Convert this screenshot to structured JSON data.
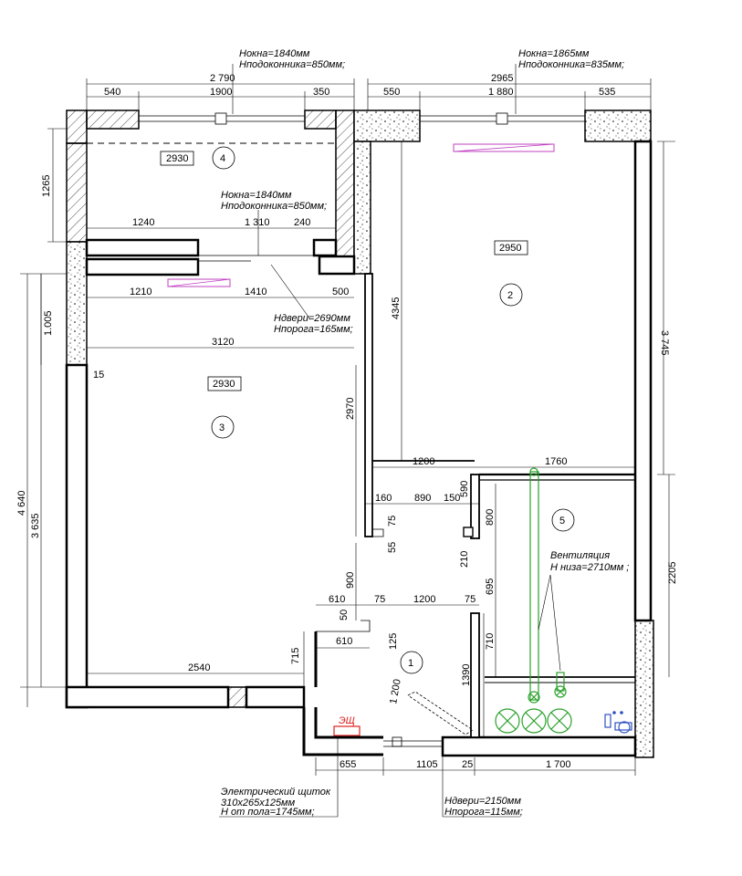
{
  "top_left_window": {
    "h_window": "Hокна=1840мм",
    "h_sill": "Hподоконника=850мм;",
    "dims": [
      "2 790",
      "540",
      "1900",
      "350"
    ]
  },
  "top_right_window": {
    "h_window": "Hокна=1865мм",
    "h_sill": "Hподоконника=835мм;",
    "dims": [
      "2965",
      "550",
      "1 880",
      "535"
    ]
  },
  "inner_window": {
    "h_window": "Hокна=1840мм",
    "h_sill": "Hподоконника=850мм;",
    "dims": [
      "1240",
      "1 310",
      "240"
    ]
  },
  "inner_door": {
    "h_door": "Hдвери=2690мм",
    "h_threshold": "Hпорога=165мм;",
    "dims": [
      "1210",
      "1410",
      "500"
    ]
  },
  "rooms": [
    {
      "number": "4",
      "height": "2930"
    },
    {
      "number": "2",
      "height": "2950"
    },
    {
      "number": "3",
      "height": "2930"
    },
    {
      "number": "5",
      "height": ""
    },
    {
      "number": "1",
      "height": ""
    }
  ],
  "dimensions": {
    "left_1265": "1265",
    "left_1005": "1.005",
    "left_4640": "4 640",
    "left_3635": "3 635",
    "d_15": "15",
    "d_3120": "3120",
    "d_4345": "4345",
    "d_3745": "3 745",
    "d_2970": "2970",
    "d_1200a": "1200",
    "d_1760": "1760",
    "d_160": "160",
    "d_890": "890",
    "d_150": "150",
    "d_590": "590",
    "d_75a": "75",
    "d_55": "55",
    "d_800": "800",
    "d_210": "210",
    "d_695": "695",
    "d_2205": "2205",
    "d_900": "900",
    "d_610a": "610",
    "d_75b": "75",
    "d_1200b": "1200",
    "d_75c": "75",
    "d_50": "50",
    "d_610b": "610",
    "d_125": "125",
    "d_710": "710",
    "d_715": "715",
    "d_1390": "1390",
    "d_2540": "2540",
    "d_1200c": "1 200",
    "d_655": "655",
    "d_1105": "1105",
    "d_25": "25",
    "d_1700": "1 700"
  },
  "ventilation": {
    "label": "Вентиляция",
    "height": "H низа=2710мм ;"
  },
  "panel": {
    "tag": "ЭЩ",
    "title": "Электрический щиток",
    "size": "310x265x125мм",
    "height": "H от пола=1745мм;"
  },
  "entrance_door": {
    "h_door": "Hдвери=2150мм",
    "h_threshold": "Hпорога=115мм;"
  },
  "colors": {
    "wall": "#000000",
    "ventilation": "#2aa02a",
    "radiator": "#c040c0",
    "panel": "#e02020",
    "equipment": "#3050c0"
  }
}
